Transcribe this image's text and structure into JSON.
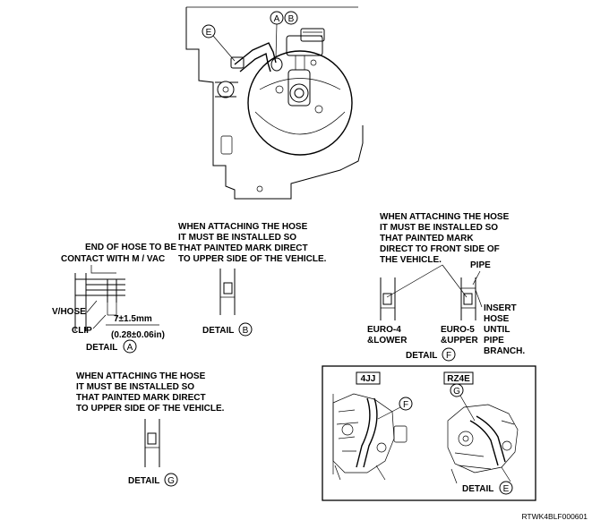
{
  "callouts": {
    "top_e": "E",
    "top_a": "A",
    "top_b": "B",
    "e_detail_g": "G",
    "e_detail_f": "F",
    "detail_a_letter": "A",
    "detail_b_letter": "B",
    "detail_f_letter": "F",
    "detail_g_letter": "G",
    "detail_e_letter": "E"
  },
  "detail_a": {
    "note_lines": [
      "END OF HOSE TO BE",
      "CONTACT WITH M / VAC"
    ],
    "vhose": "V/HOSE",
    "clip": "CLIP",
    "dim_mm": "7±1.5mm",
    "dim_in": "(0.28±0.06in)",
    "caption": "DETAIL"
  },
  "detail_b": {
    "note_lines": [
      "WHEN ATTACHING THE HOSE",
      "IT MUST BE INSTALLED SO",
      "THAT PAINTED MARK DIRECT",
      "TO UPPER SIDE OF THE VEHICLE."
    ],
    "caption": "DETAIL"
  },
  "detail_f": {
    "note_lines": [
      "WHEN ATTACHING THE HOSE",
      "IT MUST BE INSTALLED SO",
      "THAT PAINTED MARK",
      "DIRECT TO FRONT SIDE OF",
      "THE VEHICLE."
    ],
    "pipe": "PIPE",
    "insert_lines": [
      "INSERT",
      "HOSE",
      "UNTIL",
      "PIPE",
      "BRANCH."
    ],
    "euro4_lines": [
      "EURO-4",
      "&LOWER"
    ],
    "euro5_lines": [
      "EURO-5",
      "&UPPER"
    ],
    "caption": "DETAIL"
  },
  "detail_g": {
    "note_lines": [
      "WHEN ATTACHING THE HOSE",
      "IT MUST BE INSTALLED SO",
      "THAT PAINTED MARK DIRECT",
      "TO UPPER SIDE OF THE VEHICLE."
    ],
    "caption": "DETAIL"
  },
  "detail_e": {
    "label_4jj": "4JJ",
    "label_rz4e": "RZ4E",
    "caption": "DETAIL"
  },
  "reference_code": "RTWK4BLF000601"
}
